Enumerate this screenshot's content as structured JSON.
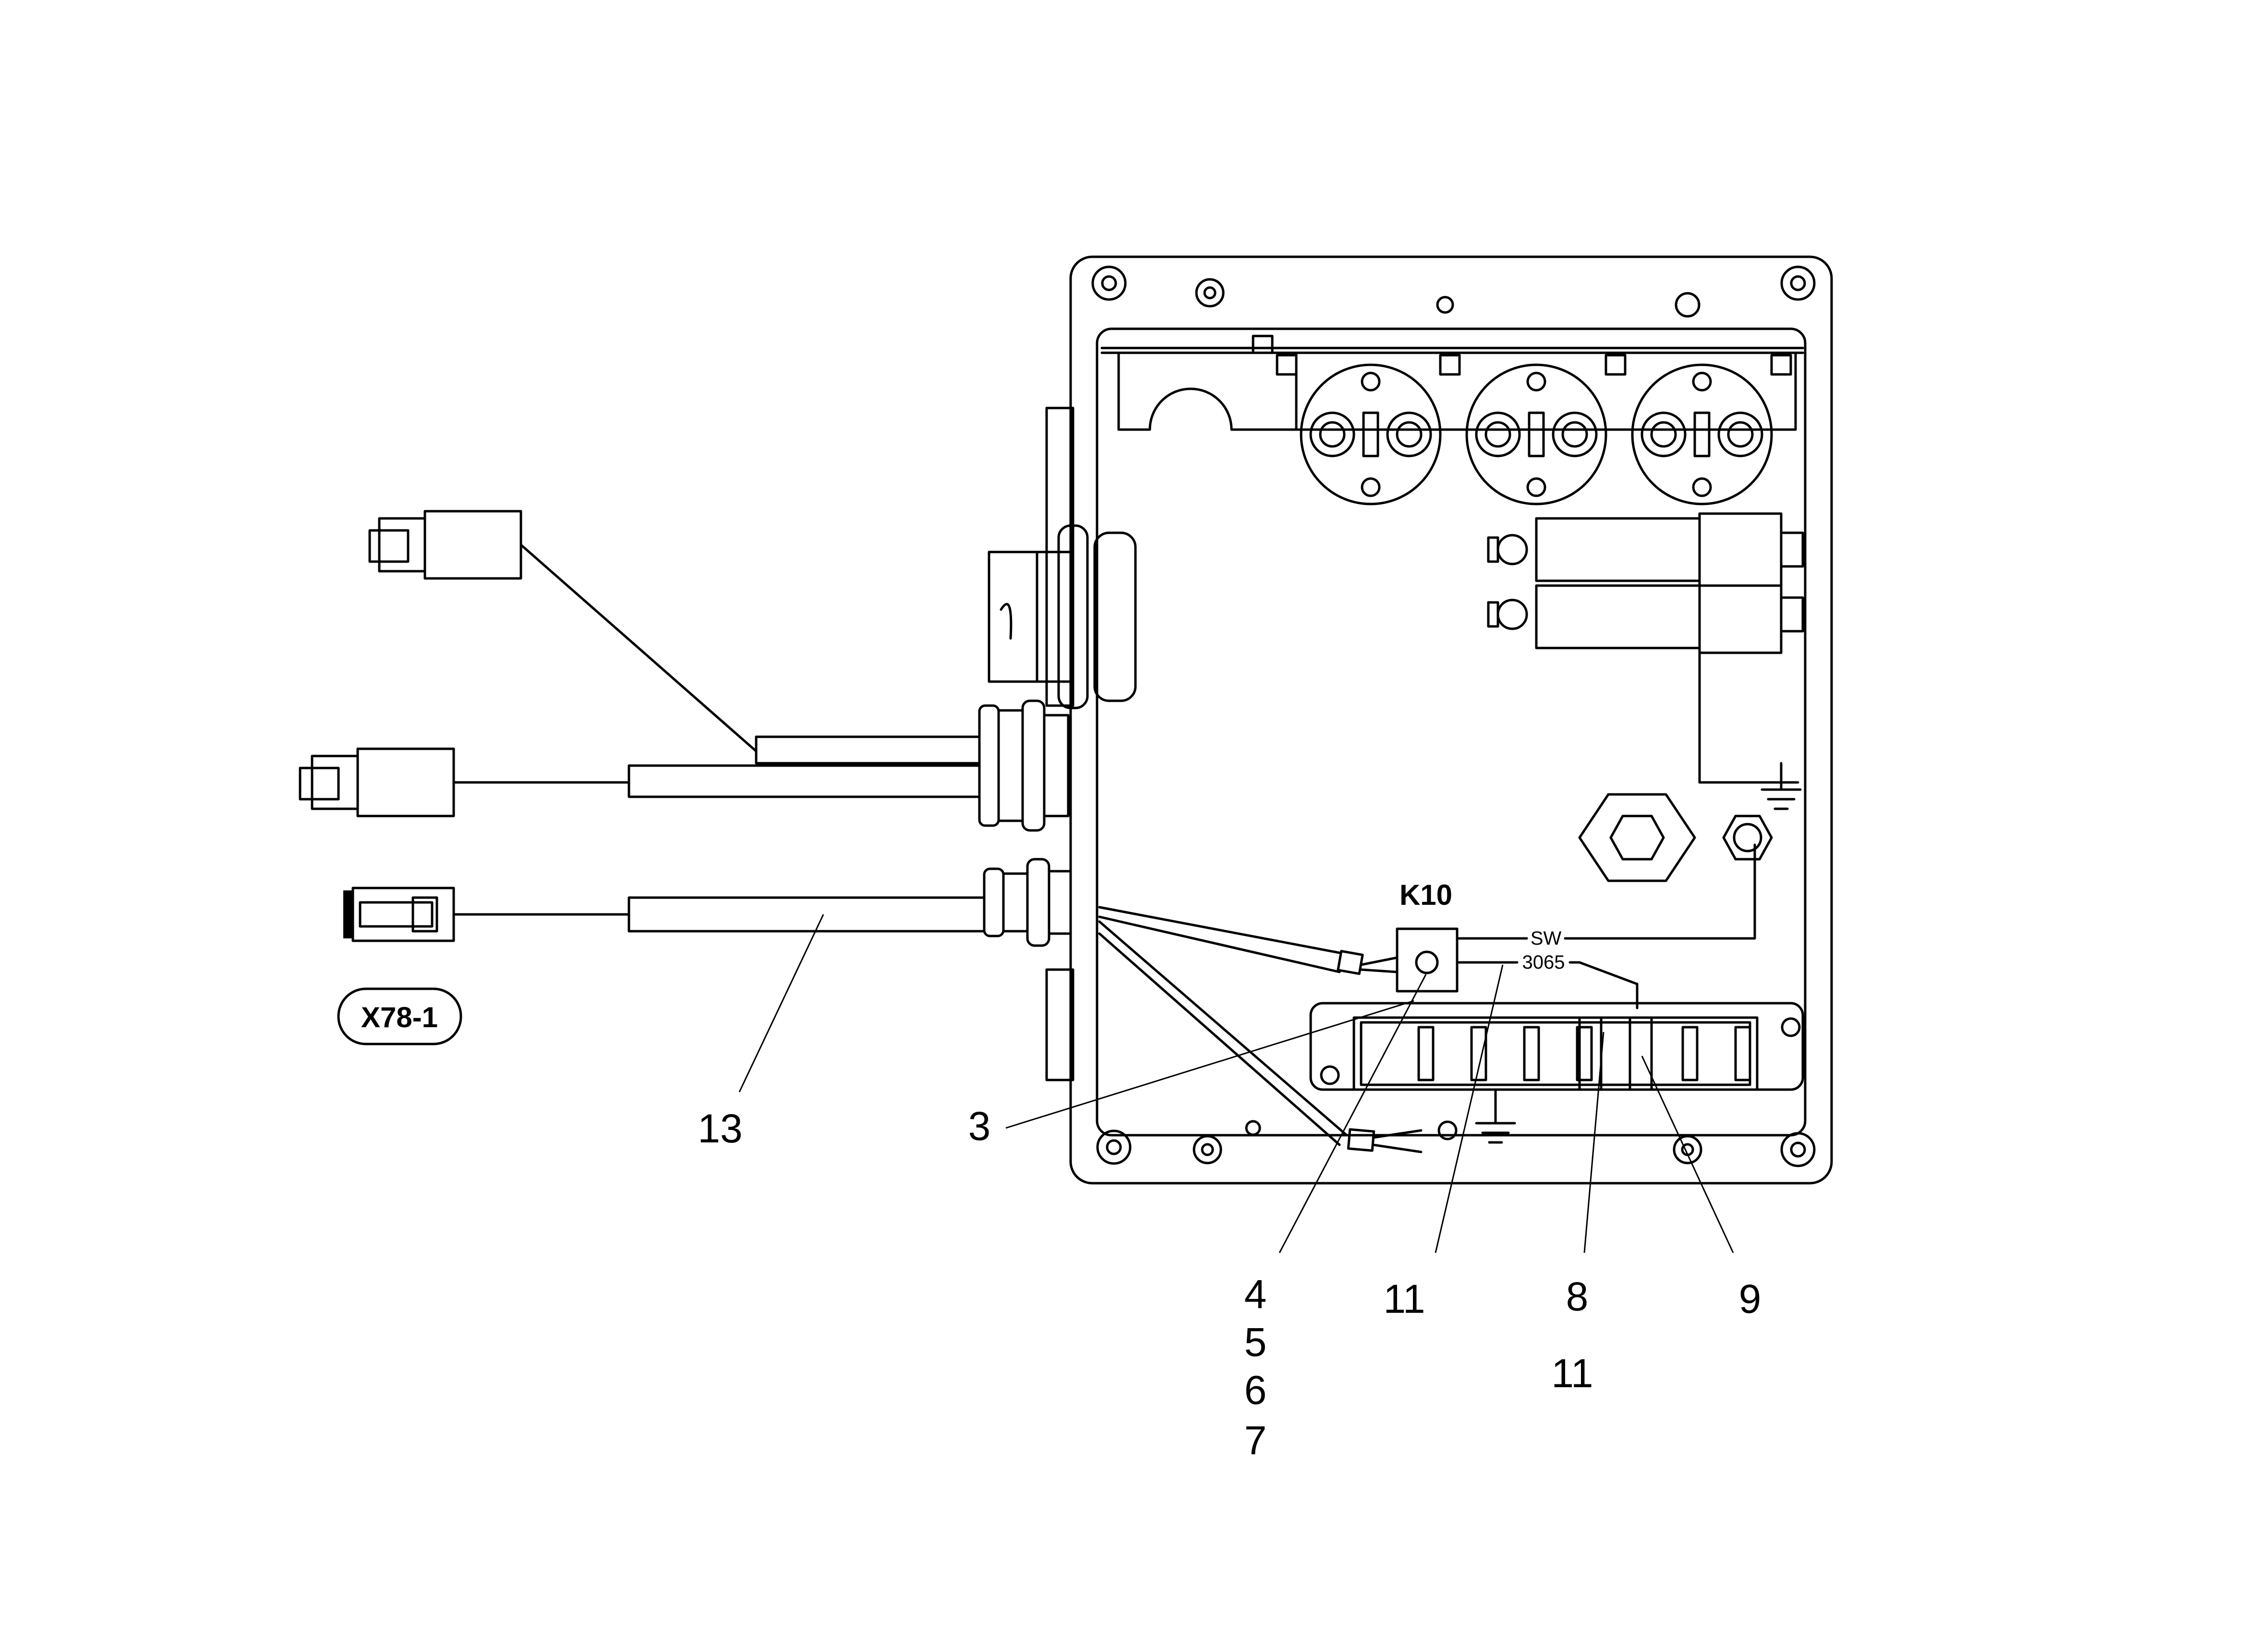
{
  "callouts": {
    "c13": "13",
    "c3": "3",
    "c4": "4",
    "c5": "5",
    "c6": "6",
    "c7": "7",
    "c11a": "11",
    "c8": "8",
    "c11b": "11",
    "c9": "9"
  },
  "labels": {
    "relay": "K10",
    "connector": "X78-1",
    "wire_sw": "SW",
    "wire_3065": "3065"
  }
}
